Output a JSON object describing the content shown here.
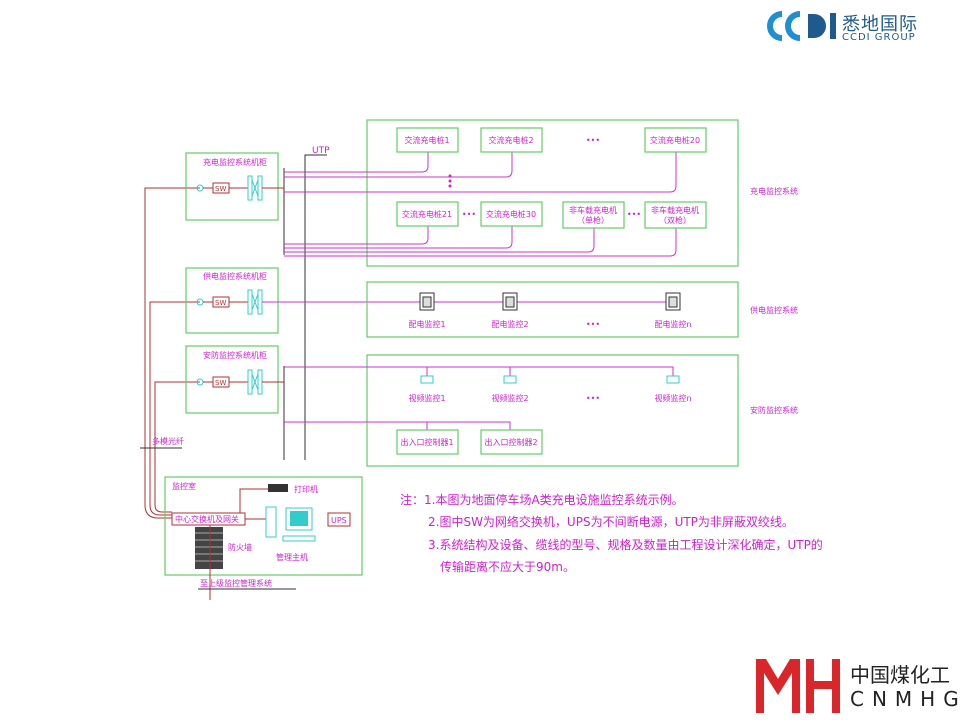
{
  "logos": {
    "ccdi": {
      "mark": "CCDI",
      "cn": "悉地国际",
      "en": "CCDI GROUP"
    },
    "cnmhg": {
      "mark": "MH",
      "cn": "中国煤化工",
      "en": "CNMHG"
    }
  },
  "cabinets": [
    {
      "title": "充电监控系统机柜",
      "switch": "SW"
    },
    {
      "title": "供电监控系统机柜",
      "switch": "SW"
    },
    {
      "title": "安防监控系统机柜",
      "switch": "SW"
    }
  ],
  "cable_labels": {
    "utp": "UTP",
    "fiber": "多模光纤"
  },
  "charging_system": {
    "label": "充电监控系统",
    "row1": [
      "交流充电桩1",
      "交流充电桩2",
      "交流充电桩20"
    ],
    "row2": [
      "交流充电桩21",
      "交流充电桩30"
    ],
    "offboard": [
      {
        "line1": "非车载充电机",
        "line2": "（单枪）"
      },
      {
        "line1": "非车载充电机",
        "line2": "（双枪）"
      }
    ],
    "ellipsis": "•••"
  },
  "power_system": {
    "label": "供电监控系统",
    "devices": [
      "配电监控1",
      "配电监控2",
      "配电监控n"
    ],
    "ellipsis": "•••"
  },
  "security_system": {
    "label": "安防监控系统",
    "cameras": [
      "视频监控1",
      "视频监控2",
      "视频监控n"
    ],
    "access": [
      "出入口控制器1",
      "出入口控制器2"
    ],
    "ellipsis": "•••"
  },
  "monitor_room": {
    "title": "监控室",
    "core_switch": "中心交换机及网关",
    "printer": "打印机",
    "ups": "UPS",
    "firewall": "防火墙",
    "host": "管理主机",
    "uplink": "至上级监控管理系统"
  },
  "notes": [
    "注：1.本图为地面停车场A类充电设施监控系统示例。",
    "2.图中SW为网络交换机，UPS为不间断电源，UTP为非屏蔽双绞线。",
    "3.系统结构及设备、缆线的型号、规格及数量由工程设计深化确定，UTP的",
    "传输距离不应大于90m。"
  ]
}
